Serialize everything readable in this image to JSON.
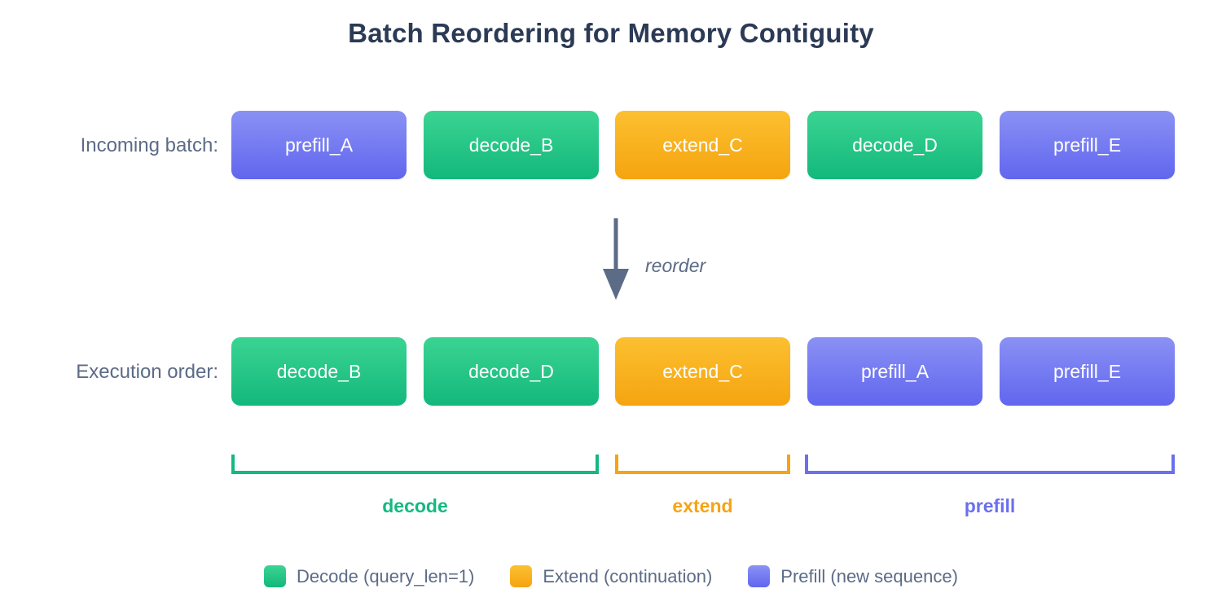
{
  "title": "Batch Reordering for Memory Contiguity",
  "rows": {
    "incoming": {
      "label": "Incoming batch:",
      "items": [
        {
          "name": "prefill_A",
          "kind": "prefill"
        },
        {
          "name": "decode_B",
          "kind": "decode"
        },
        {
          "name": "extend_C",
          "kind": "extend"
        },
        {
          "name": "decode_D",
          "kind": "decode"
        },
        {
          "name": "prefill_E",
          "kind": "prefill"
        }
      ]
    },
    "execution": {
      "label": "Execution order:",
      "items": [
        {
          "name": "decode_B",
          "kind": "decode"
        },
        {
          "name": "decode_D",
          "kind": "decode"
        },
        {
          "name": "extend_C",
          "kind": "extend"
        },
        {
          "name": "prefill_A",
          "kind": "prefill"
        },
        {
          "name": "prefill_E",
          "kind": "prefill"
        }
      ]
    }
  },
  "transition": {
    "arrow_label": "reorder",
    "arrow_icon": "arrow-down-icon",
    "arrow_color": "#5c6b86"
  },
  "groups": [
    {
      "label": "decode",
      "color": "#12b981",
      "span": 2
    },
    {
      "label": "extend",
      "color": "#f5a416",
      "span": 1
    },
    {
      "label": "prefill",
      "color": "#6a70ee",
      "span": 2
    }
  ],
  "legend": [
    {
      "label": "Decode (query_len=1)",
      "color": "#13b87c",
      "kind": "decode"
    },
    {
      "label": "Extend (continuation)",
      "color": "#f5a410",
      "kind": "extend"
    },
    {
      "label": "Prefill (new sequence)",
      "color": "#6166ee",
      "kind": "prefill"
    }
  ],
  "colors": {
    "title": "#2b3a55",
    "label": "#5c6b86",
    "decode": "#12b981",
    "extend": "#f5a416",
    "prefill": "#6a70ee",
    "background": "#ffffff"
  }
}
